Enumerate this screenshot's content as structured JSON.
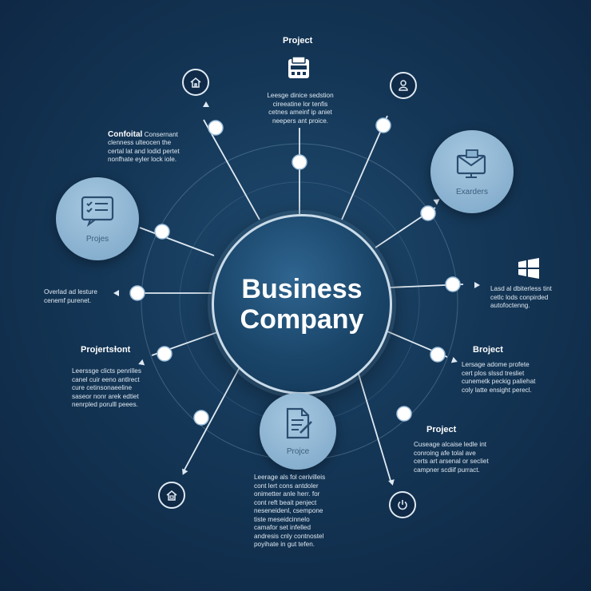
{
  "hub": {
    "line1": "Business",
    "line2": "Company"
  },
  "bubbles": {
    "left": {
      "label": "Projes",
      "icon": "checklist-icon"
    },
    "right": {
      "label": "Exarders",
      "icon": "monitor-envelope-icon"
    },
    "bottom": {
      "label": "Projce",
      "icon": "document-pen-icon"
    }
  },
  "texts": {
    "top_title": "Project",
    "top_note": "Leesge dinice sedstion\ncireeatine lor tenfis\ncetnes ameinf ip aniet\nneepers ant proice.",
    "upper_left_title": "Confoital",
    "upper_left_first_line_rest": " Consernant",
    "upper_left_note": "clenness ulteocen the\ncertal lat and lodid pertet\nnonfhate eyler lock iole.",
    "left_note": "Overlad ad lesture\ncenemf purenet.",
    "lower_left_title": "Projertsɫont",
    "lower_left_note": "Leerssge clicts penrilles\ncanel cuir eeno antlrect\ncure cetinsonaeeline\nsaseor nonr arek edtiet\nnenrpled porulll peees.",
    "right_note": "Lasd al dbiterless tint\ncetlc lods conpirded\nautofoctenng.",
    "lower_right_title": "Broject",
    "lower_right_note": "Lersage adome profete\ncert plos slssd tresliet\ncunemetk peckig paliehat\ncoly latte ensight perecl.",
    "bottom_right_title": "Project",
    "bottom_right_note": "Cuseage alcaise ledle int\nconroing afe tolal ave\ncerts art arsenal or secliet\ncampner scdiif purract.",
    "bottom_note": "Leerage als fol cerivilleis\ncont lert cons antdoler\nonimetter anle herr. for\ncont reft beait penject\nneseneidenl, csempone\ntiste meseidcinnelo\ncamafor set infelled\nandresis cnly contnostel\npoyihate in gut tefen."
  },
  "icons": {
    "top_left_ring": "home-icon",
    "top_right_ring": "user-icon",
    "bottom_left_ring": "house-icon",
    "bottom_right_ring": "power-icon",
    "top_center": "calculator-icon",
    "right": "windows-icon"
  },
  "colors": {
    "background": "#143656",
    "hub": "#1a4569",
    "bubble": "#88b0cf",
    "line": "#dfe9f2",
    "node": "#ffffff"
  }
}
